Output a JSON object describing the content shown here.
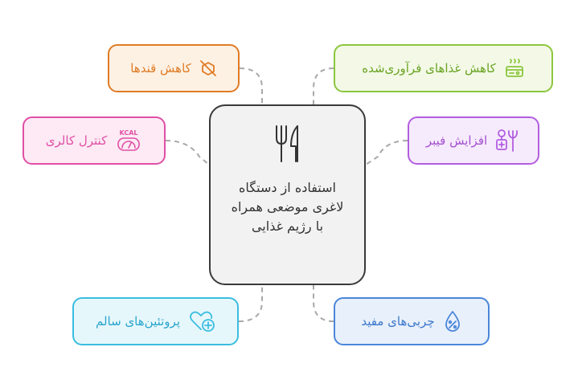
{
  "center": {
    "title": "استفاده از دستگاه لاغری موضعی همراه با رژیم غذایی",
    "icon": "fork-knife-icon"
  },
  "nodes": {
    "sugar": {
      "label": "کاهش قندها",
      "icon": "no-sugar-icon",
      "color": "#e07b24",
      "fill": "#fdf1e4"
    },
    "proc": {
      "label": "کاهش غذاهای فرآوری‌شده",
      "icon": "packaged-food-icon",
      "color": "#8cc63e",
      "fill": "#f3f9e6"
    },
    "cal": {
      "label": "کنترل کالری",
      "icon": "kcal-scale-icon",
      "icon_text": "KCAL",
      "color": "#e04fa6",
      "fill": "#fdeaf4"
    },
    "fiber": {
      "label": "افزایش فیبر",
      "icon": "fiber-plants-icon",
      "color": "#b35de0",
      "fill": "#f6ebfc"
    },
    "protein": {
      "label": "پروتئین‌های سالم",
      "icon": "heart-plus-icon",
      "color": "#3bbde0",
      "fill": "#e6f7fc"
    },
    "fats": {
      "label": "چربی‌های مفید",
      "icon": "percent-drop-icon",
      "color": "#4a86d9",
      "fill": "#e8f0fb"
    }
  }
}
